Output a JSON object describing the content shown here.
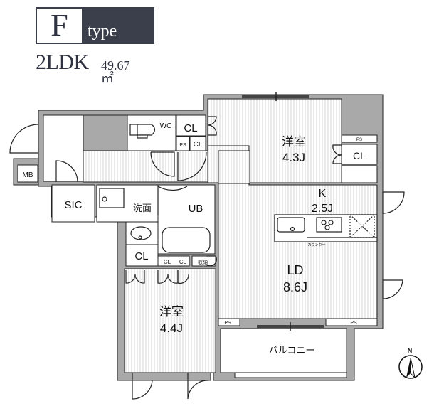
{
  "header": {
    "type_letter": "F",
    "type_word": "type",
    "layout": "2LDK",
    "area": "49.67㎡"
  },
  "colors": {
    "header_bg": "#3b3f4c",
    "wall": "#a9a9a9",
    "stripe": "#d8d8d8",
    "line": "#111111"
  },
  "rooms": {
    "western_room_1": {
      "name": "洋室",
      "size": "4.3J"
    },
    "western_room_2": {
      "name": "洋室",
      "size": "4.4J"
    },
    "kitchen": {
      "name": "K",
      "size": "2.5J"
    },
    "living_dining": {
      "name": "LD",
      "size": "8.6J"
    },
    "balcony": {
      "name": "バルコニー"
    },
    "wc": "WC",
    "sic": "SIC",
    "washroom": "洗面",
    "unit_bath": "UB",
    "mb": "MB",
    "counter": "カウンター",
    "storage": "収納"
  },
  "closets": {
    "cl_large": "CL",
    "cl_small": "CL",
    "cl_room1": "CL",
    "cl_hall": "CL",
    "cl_a": "CL",
    "cl_b": "CL",
    "ps": "PS"
  },
  "compass": {
    "label": "N"
  }
}
